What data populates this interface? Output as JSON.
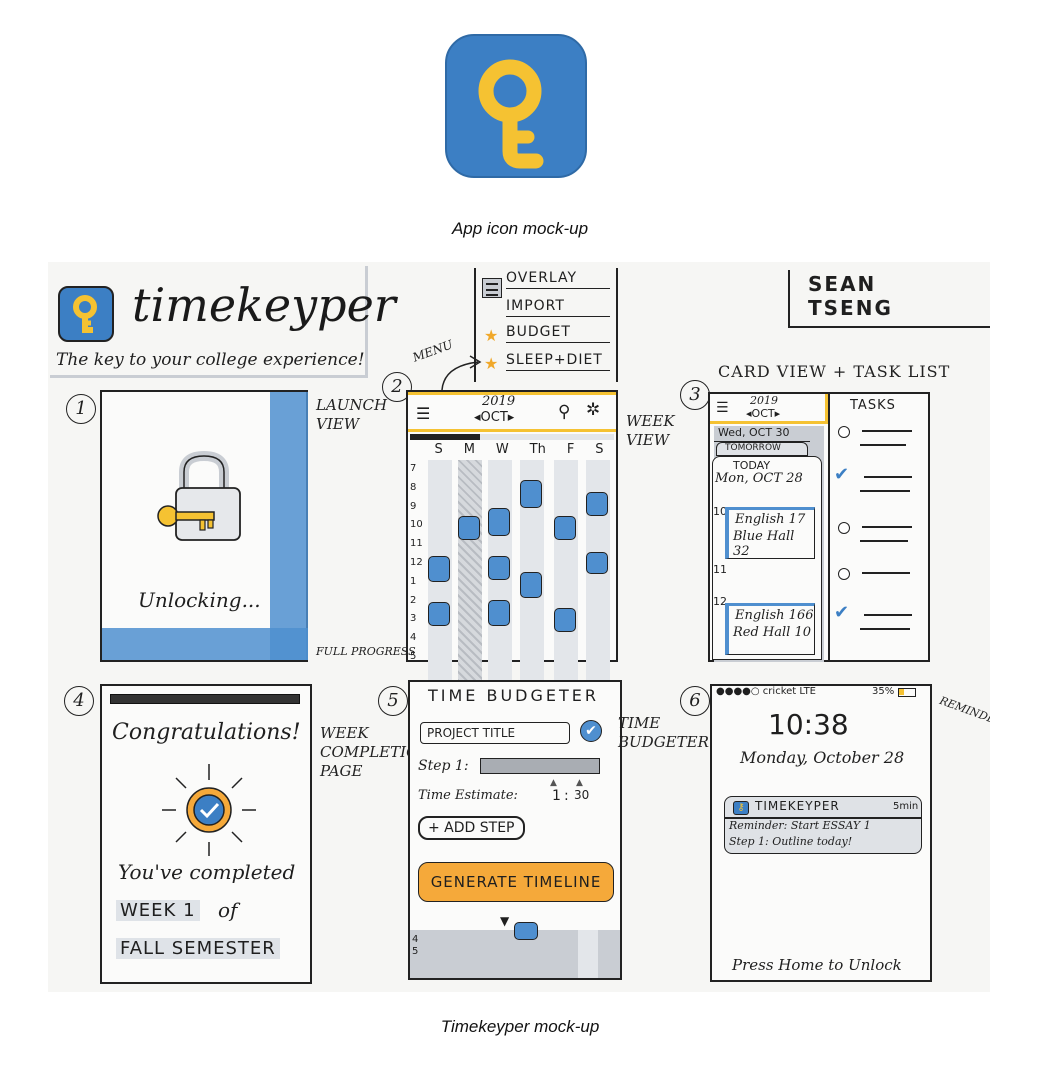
{
  "captions": {
    "icon": "App icon mock-up",
    "mockup": "Timekeyper mock-up"
  },
  "colors": {
    "brand_blue": "#3c7fc4",
    "accent_yellow": "#f5c232",
    "orange": "#f5a93a",
    "light_gray": "#c9cdd3"
  },
  "header": {
    "brand": "timekeyper",
    "tagline": "The key to your college experience!",
    "author": "SEAN TSENG"
  },
  "menu": {
    "label": "MENU",
    "items": [
      {
        "label": "OVERLAY",
        "star": false
      },
      {
        "label": "IMPORT",
        "star": false
      },
      {
        "label": "BUDGET",
        "star": true
      },
      {
        "label": "SLEEP+DIET",
        "star": true
      }
    ]
  },
  "screens": {
    "s1": {
      "num": "1",
      "status": "Unlocking...",
      "note": "LAUNCH VIEW"
    },
    "s2": {
      "num": "2",
      "year": "2019",
      "month": "OCT",
      "days": [
        "S",
        "M",
        "W",
        "Th",
        "F",
        "S"
      ],
      "hours": [
        "7",
        "8",
        "9",
        "10",
        "11",
        "12",
        "1",
        "2",
        "3",
        "4",
        "5"
      ],
      "note": "WEEK VIEW"
    },
    "s3": {
      "num": "3",
      "title": "CARD VIEW + TASK LIST",
      "year": "2019",
      "month": "OCT",
      "tasks_label": "TASKS",
      "card_wed": "Wed, OCT 30",
      "card_tomorrow": "TOMORROW",
      "card_today": "TODAY",
      "card_date": "Mon, OCT 28",
      "hour_a": "10",
      "hour_b": "11",
      "hour_c": "12",
      "evt1_a": "English 17",
      "evt1_b": "Blue Hall 32",
      "evt2_a": "English 166",
      "evt2_b": "Red Hall 10"
    },
    "s4": {
      "num": "4",
      "note_progress": "FULL PROGRESS",
      "headline": "Congratulations!",
      "line1": "You've completed",
      "week": "WEEK 1",
      "of": "of",
      "semester": "FALL SEMESTER",
      "note": "WEEK COMPLETION PAGE"
    },
    "s5": {
      "num": "5",
      "title": "TIME BUDGETER",
      "project": "PROJECT TITLE",
      "step": "Step 1:",
      "estimate": "Time Estimate:",
      "hours": "1",
      "minutes": "30",
      "add_step": "+ ADD STEP",
      "generate": "GENERATE TIMELINE",
      "hour_a": "4",
      "hour_b": "5",
      "note": "TIME BUDGETER"
    },
    "s6": {
      "num": "6",
      "carrier": "●●●●○ cricket LTE",
      "battery": "35%",
      "time": "10:38",
      "date": "Monday, October 28",
      "app": "TIMEKEYPER",
      "ago": "5min",
      "reminder_1": "Reminder: Start ESSAY 1",
      "reminder_2": "Step 1: Outline today!",
      "unlock": "Press Home to Unlock",
      "note": "REMINDER"
    }
  }
}
